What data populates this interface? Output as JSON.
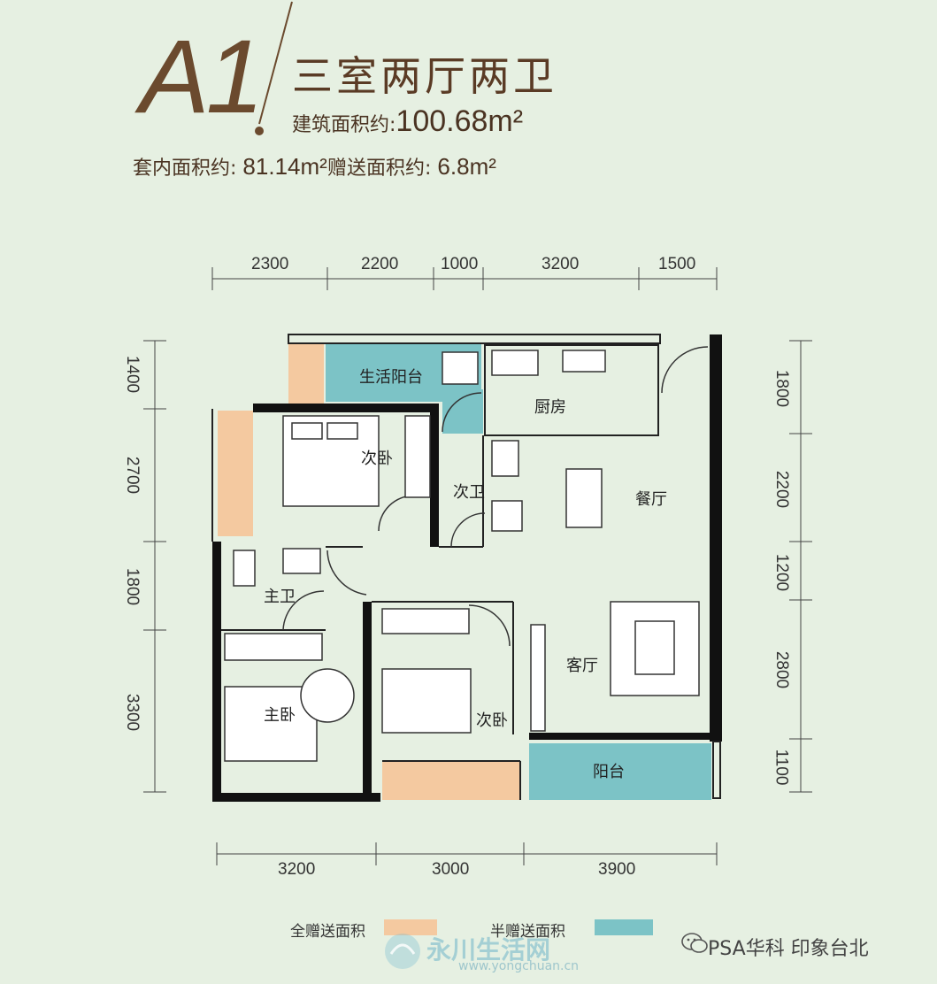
{
  "header": {
    "unit_code": "A1",
    "layout": "三室两厅两卫",
    "building_area_label": "建筑面积约:",
    "building_area_value": "100.68m²",
    "inner_area_label": "套内面积约:",
    "inner_area_value": "81.14m²",
    "gift_area_label": "赠送面积约:",
    "gift_area_value": "6.8m²"
  },
  "dimensions": {
    "top": [
      "2300",
      "2200",
      "1000",
      "3200",
      "1500"
    ],
    "bottom": [
      "3200",
      "3000",
      "3900"
    ],
    "left": [
      "1400",
      "2700",
      "1800",
      "3300"
    ],
    "right": [
      "1800",
      "2200",
      "1200",
      "2800",
      "1100"
    ]
  },
  "rooms": {
    "utility_balcony": "生活阳台",
    "kitchen": "厨房",
    "second_bedroom_a": "次卧",
    "second_bathroom": "次卫",
    "dining": "餐厅",
    "master_bathroom": "主卫",
    "living": "客厅",
    "second_bedroom_b": "次卧",
    "master_bedroom": "主卧",
    "balcony": "阳台"
  },
  "legend": {
    "full_gift": "全赠送面积",
    "half_gift": "半赠送面积",
    "full_color": "#f4c9a0",
    "half_color": "#7cc3c6"
  },
  "watermark": {
    "site": "永川生活网",
    "url": "www.yongchuan.cn"
  },
  "credit": "PSA华科 印象台北"
}
